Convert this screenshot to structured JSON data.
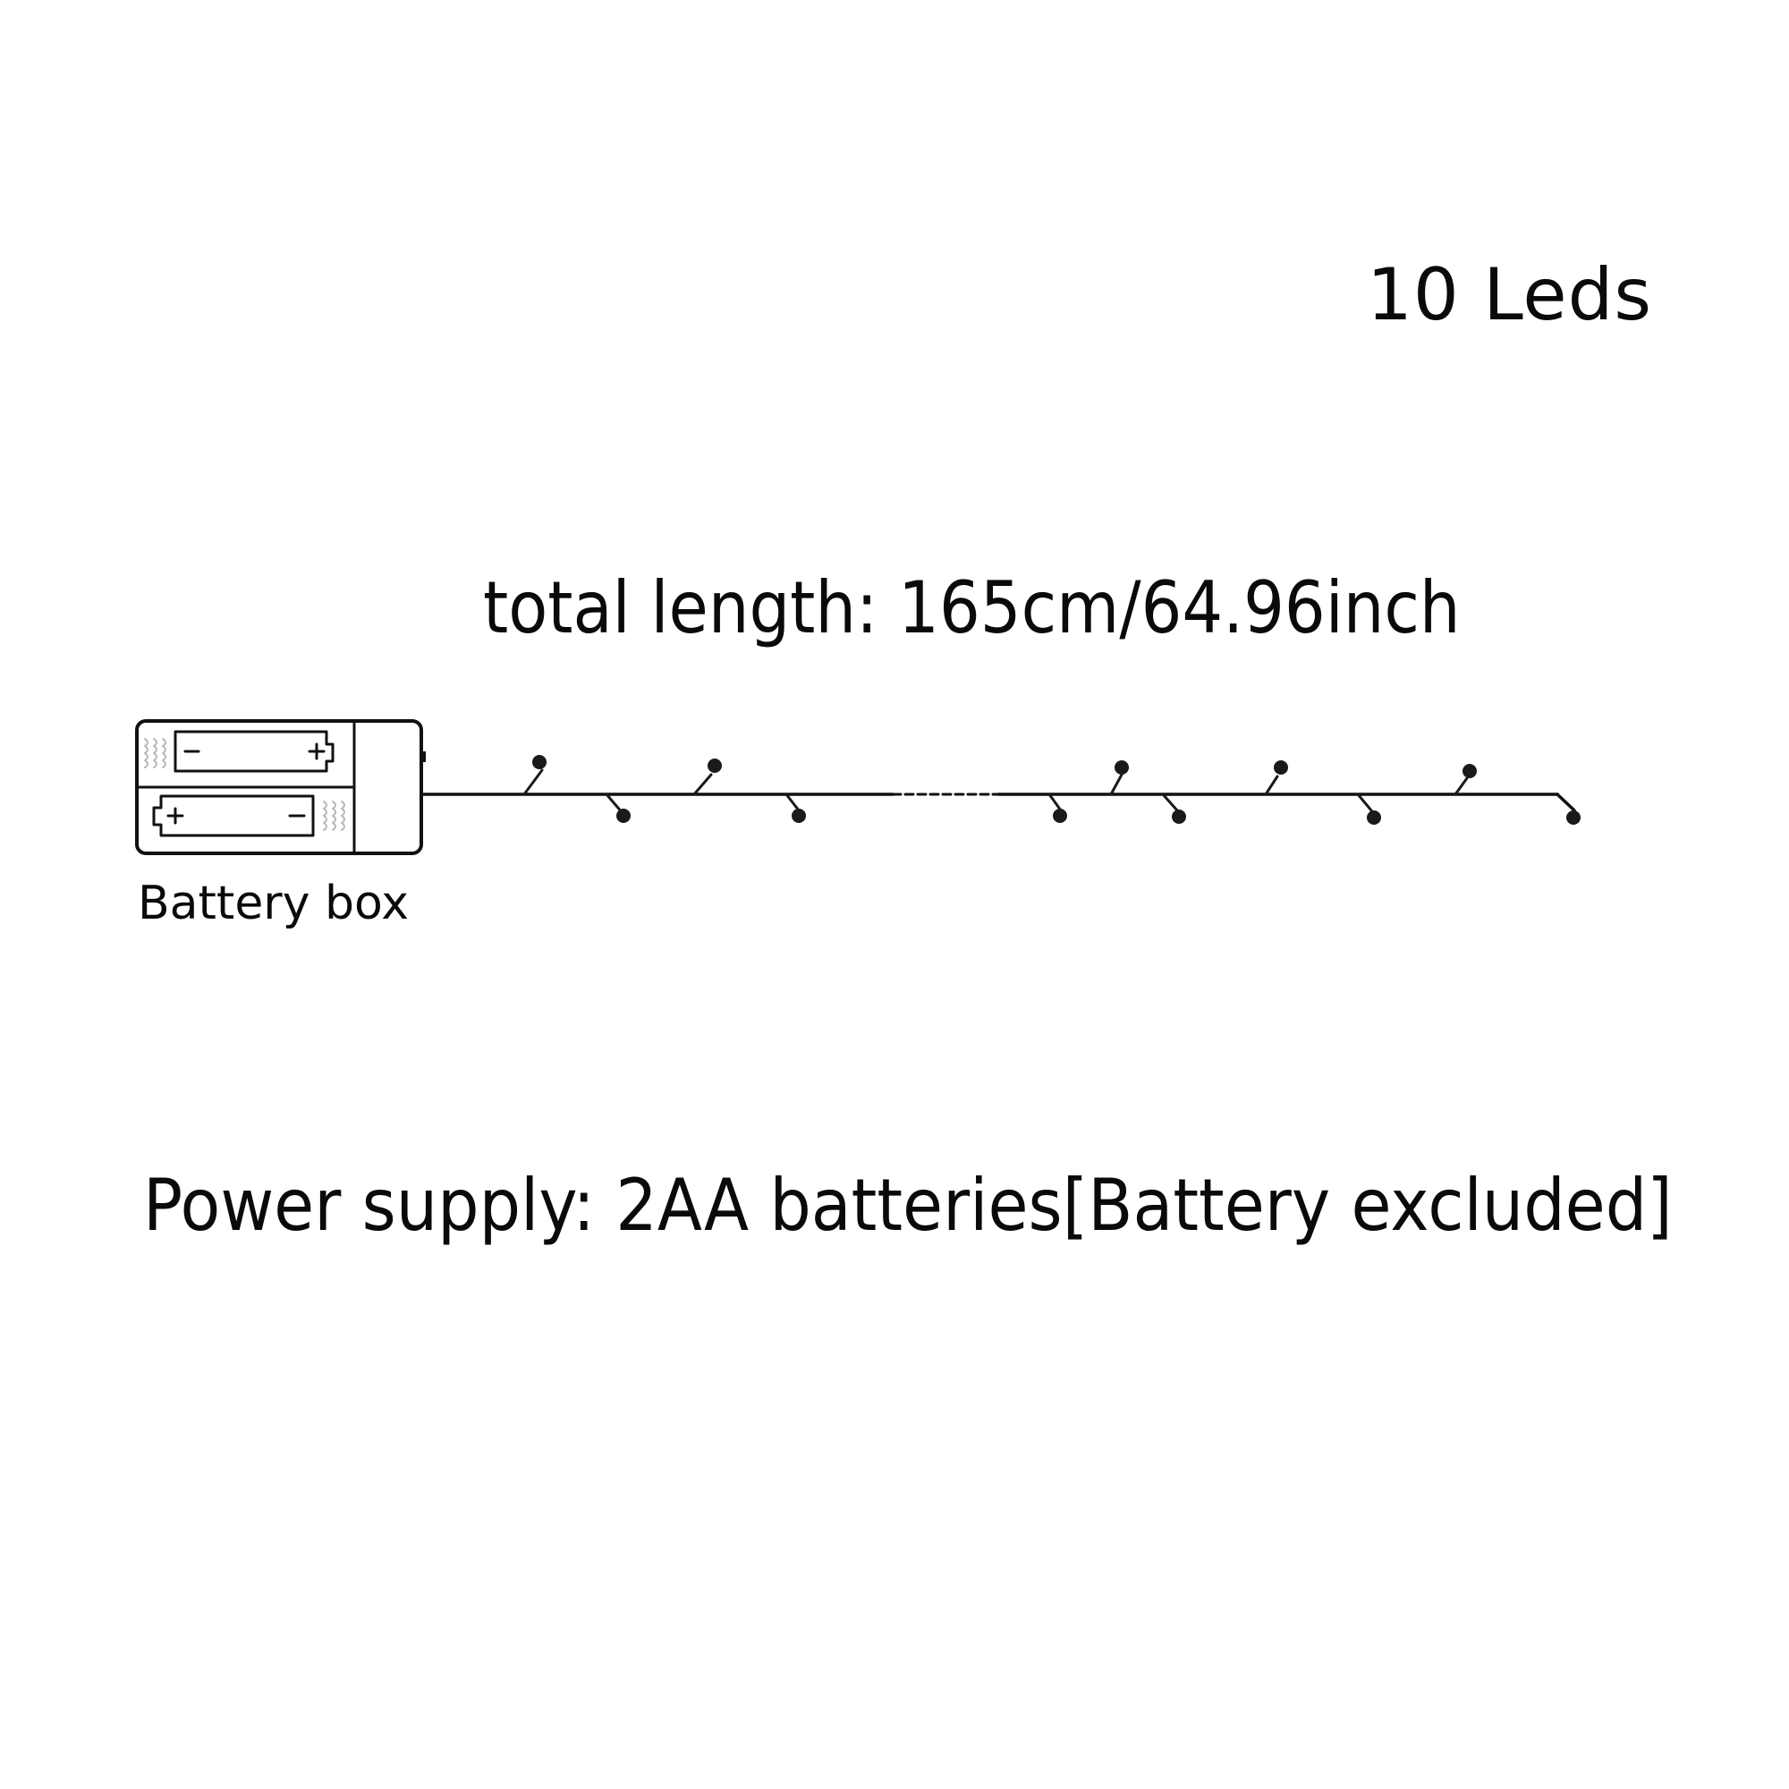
{
  "header": {
    "led_count": "10 Leds"
  },
  "diagram": {
    "total_length": "total length: 165cm/64.96inch",
    "battery_box_label": "Battery box",
    "battery_slots": [
      {
        "position": "top",
        "left_terminal": "−",
        "right_terminal": "+"
      },
      {
        "position": "bottom",
        "left_terminal": "+",
        "right_terminal": "−"
      }
    ],
    "led_string": {
      "visible_led_count": 10,
      "elided_section": true,
      "wire_color": "#111111",
      "led_color": "#1a1a1a"
    }
  },
  "footer": {
    "power_supply": "Power supply: 2AA batteries[Battery excluded]"
  }
}
